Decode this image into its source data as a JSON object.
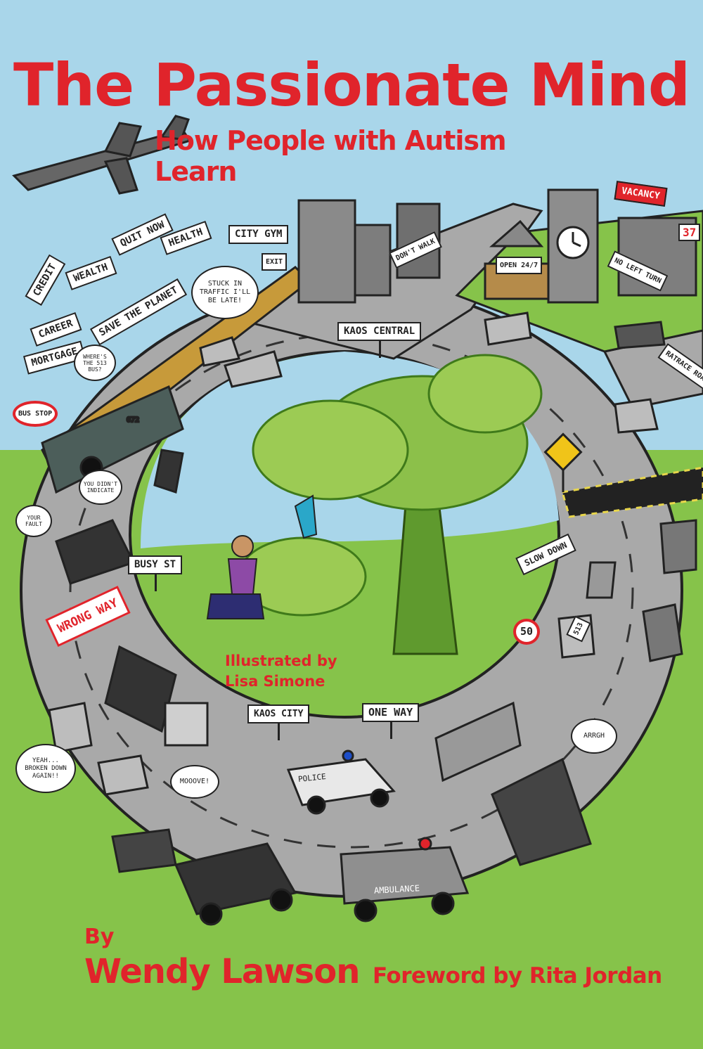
{
  "cover": {
    "title": "The Passionate Mind",
    "subtitle": "How People with Autism Learn",
    "illustrator_line1": "Illustrated by",
    "illustrator_line2": "Lisa Simone",
    "by": "By",
    "author": "Wendy Lawson",
    "foreword": "Foreword by Rita Jordan"
  },
  "signs": {
    "credit": "CREDIT",
    "wealth": "WEALTH",
    "quit_now": "QUIT NOW",
    "health": "HEALTH",
    "city_gym": "CITY GYM",
    "career": "CAREER",
    "save_planet": "SAVE THE PLANET",
    "mortgage": "MORTGAGE",
    "exit": "EXIT",
    "dont_walk": "DON'T WALK",
    "open": "OPEN 24/7",
    "vacancy": "VACANCY",
    "no_left_turn": "NO LEFT TURN",
    "kaos_central": "KAOS CENTRAL",
    "ratrace_road": "RATRACE ROAD",
    "bus_stop": "BUS STOP",
    "busy_st": "BUSY ST",
    "slow_down": "SLOW DOWN",
    "wrong_way": "WRONG WAY",
    "speed_50": "50",
    "kaos_city": "KAOS CITY",
    "one_way": "ONE WAY",
    "house_number": "37",
    "bus_number": "672",
    "bus_513": "513"
  },
  "bubbles": {
    "stuck": "STUCK IN TRAFFIC I'LL BE LATE!",
    "wheres_bus": "WHERE'S THE 513 BUS?",
    "didnt_indicate": "YOU DIDN'T INDICATE",
    "your_fault": "YOUR FAULT",
    "broken_down": "YEAH... BROKEN DOWN AGAIN!!",
    "moove": "MOOOVE!",
    "arrgh": "ARRGH"
  },
  "vehicles": {
    "police": "POLICE",
    "ambulance": "AMBULANCE"
  },
  "colors": {
    "title_red": "#e0242b",
    "sky": "#a9d6ea",
    "grass": "#86c34a",
    "road": "#a9a9a9"
  }
}
